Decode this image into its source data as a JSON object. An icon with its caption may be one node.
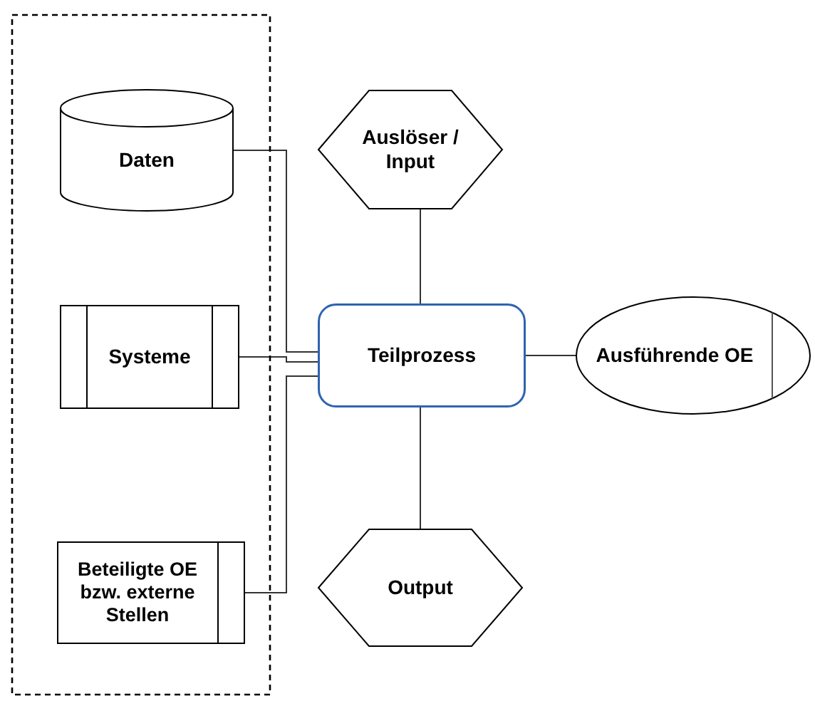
{
  "diagram": {
    "nodes": [
      {
        "text": [],
        "shape": "box"
      },
      {
        "text": [
          "Daten"
        ],
        "in": 0
      },
      {
        "text": [
          "Systeme"
        ],
        "in": 0
      },
      {
        "text": [
          "Beteiligte OE bzw. externe Stellen"
        ],
        "in": 0
      },
      {
        "text": [
          "Auslöser / Input"
        ]
      },
      {
        "text": [
          "Teilprozess"
        ]
      },
      {
        "text": [
          "Ausführende OE"
        ]
      },
      {
        "text": [
          "Output"
        ]
      }
    ],
    "edges": [
      {
        "from": 1,
        "to": 5,
        "arrow": "none"
      },
      {
        "from": 2,
        "to": 5,
        "arrow": "none"
      },
      {
        "from": 3,
        "to": 5,
        "arrow": "none"
      },
      {
        "from": 4,
        "to": 5,
        "arrow": "none"
      },
      {
        "from": 5,
        "to": 6,
        "arrow": "none"
      },
      {
        "from": 5,
        "to": 7,
        "arrow": "none"
      }
    ]
  }
}
